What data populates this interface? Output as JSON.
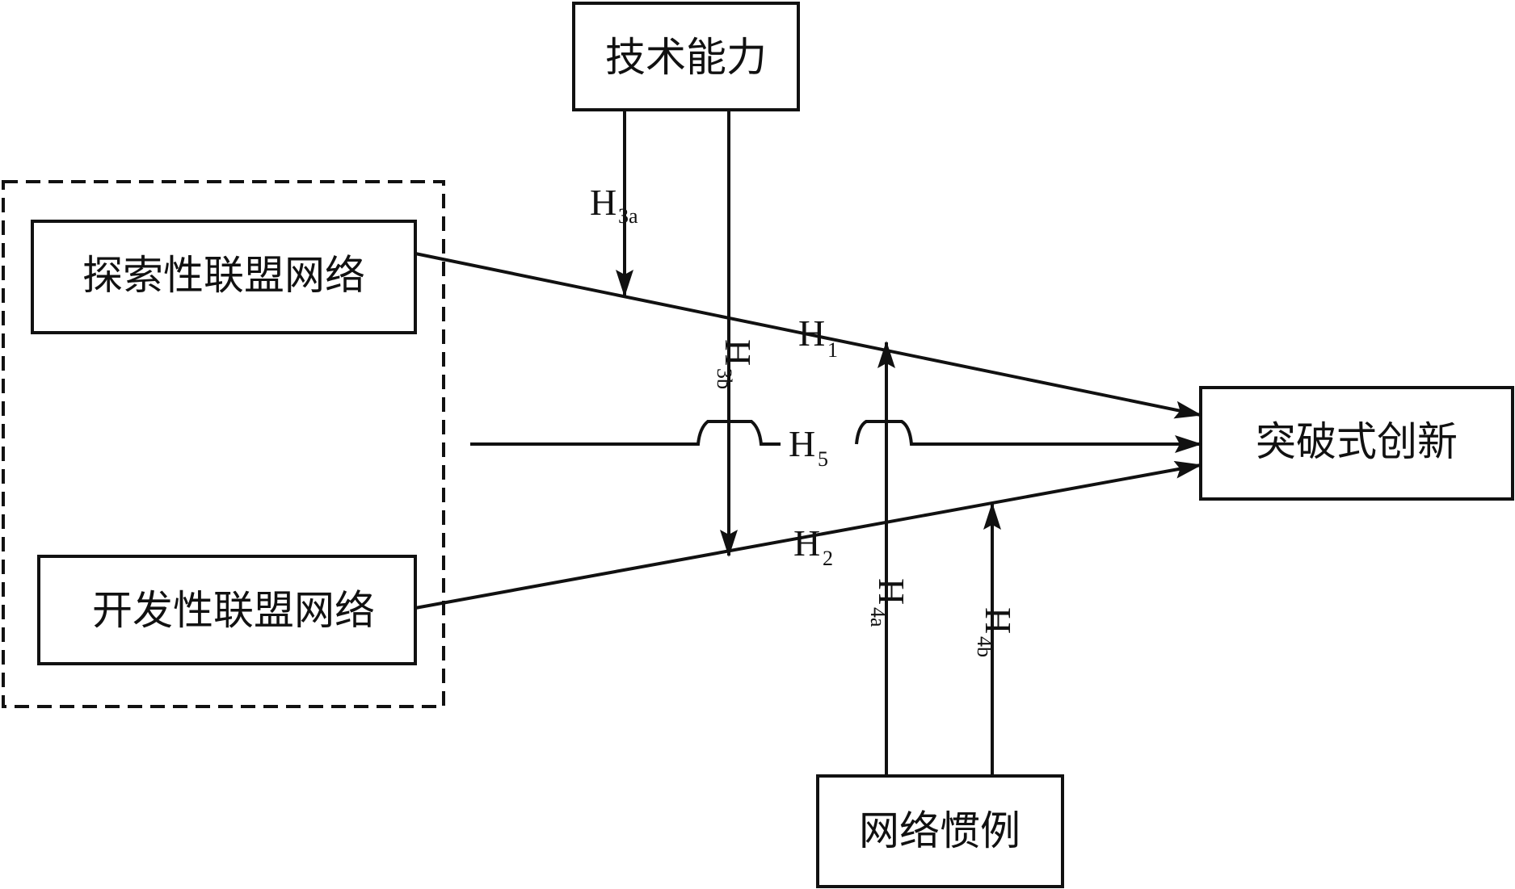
{
  "nodes": {
    "tech_capability": "技术能力",
    "exploratory_network": "探索性联盟网络",
    "exploitative_network": "开发性联盟网络",
    "breakthrough_innovation": "突破式创新",
    "network_routines": "网络惯例"
  },
  "hypotheses": {
    "h1": {
      "main": "H",
      "sub": "1"
    },
    "h2": {
      "main": "H",
      "sub": "2"
    },
    "h3a": {
      "main": "H",
      "sub": "3a"
    },
    "h3b": {
      "main": "H",
      "sub": "3b"
    },
    "h4a": {
      "main": "H",
      "sub": "4a"
    },
    "h4b": {
      "main": "H",
      "sub": "4b"
    },
    "h5": {
      "main": "H",
      "sub": "5"
    }
  }
}
